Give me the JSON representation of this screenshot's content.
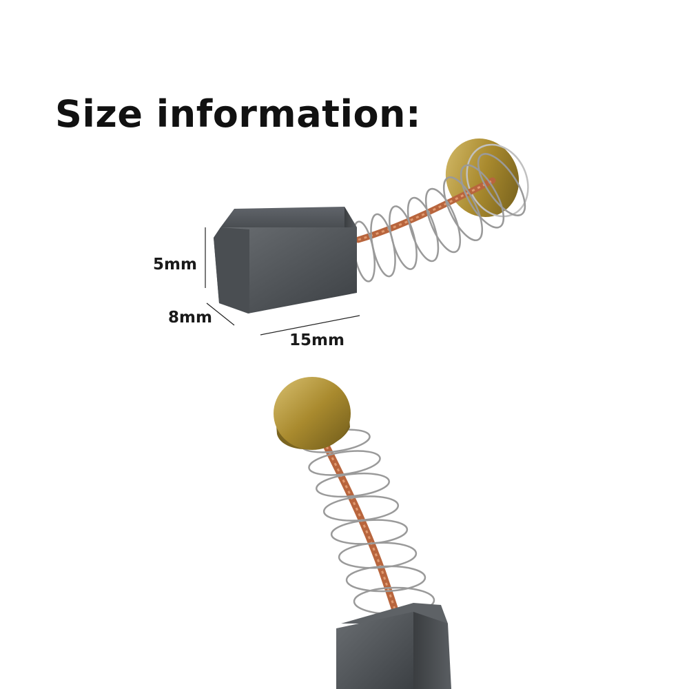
{
  "heading": "Size information:",
  "dimensions": {
    "height": "5mm",
    "depth": "8mm",
    "length": "15mm"
  },
  "colors": {
    "carbon": "#505458",
    "brass": "#b99a3a",
    "copper": "#b8653d",
    "spring": "#b8b8b8"
  }
}
